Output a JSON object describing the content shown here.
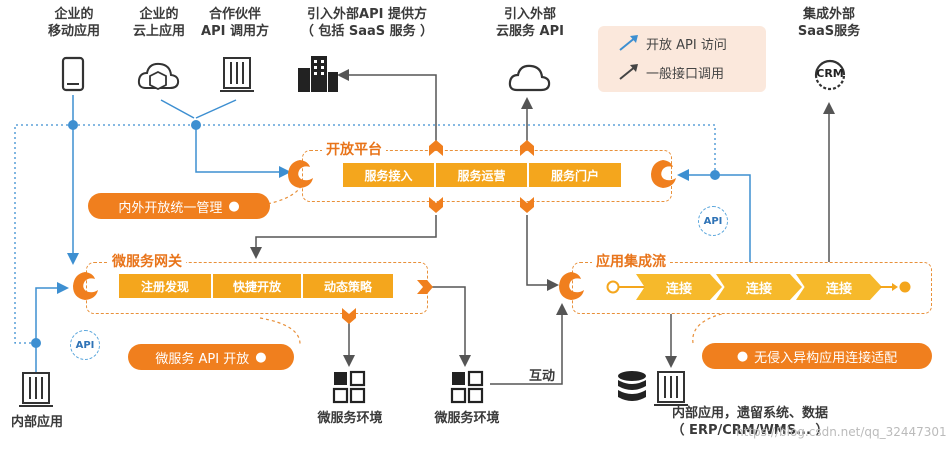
{
  "top_labels": {
    "mobile_app": "企业的\n移动应用",
    "cloud_app": "企业的\n云上应用",
    "partner": "合作伙伴\nAPI 调用方",
    "external_api": "引入外部API 提供方\n（ 包括 SaaS 服务 ）",
    "cloud_service": "引入外部\n云服务 API",
    "saas": "集成外部\nSaaS服务"
  },
  "legend": {
    "open_api": "开放 API 访问",
    "general": "一般接口调用"
  },
  "crm_label": "CRM",
  "open_platform": {
    "title": "开放平台",
    "segments": [
      "服务接入",
      "服务运营",
      "服务门户"
    ],
    "note": "内外开放统一管理"
  },
  "gateway": {
    "title": "微服务网关",
    "segments": [
      "注册发现",
      "快捷开放",
      "动态策略"
    ],
    "note": "微服务 API 开放"
  },
  "integration": {
    "title": "应用集成流",
    "steps": [
      "连接",
      "连接",
      "连接"
    ],
    "note": "无侵入异构应用连接适配"
  },
  "api_badge": "API",
  "bottom_labels": {
    "internal_app": "内部应用",
    "ms_env1": "微服务环境",
    "ms_env2": "微服务环境",
    "interact": "互动",
    "internal_legacy": "内部应用，遗留系统、数据\n（ ERP/CRM/WMS... ）"
  },
  "watermark": "https://blog.csdn.net/qq_32447301",
  "colors": {
    "orange": "#f07f1e",
    "yellow": "#f4a61d",
    "blue": "#3d8fd1",
    "line_gray": "#555555"
  }
}
